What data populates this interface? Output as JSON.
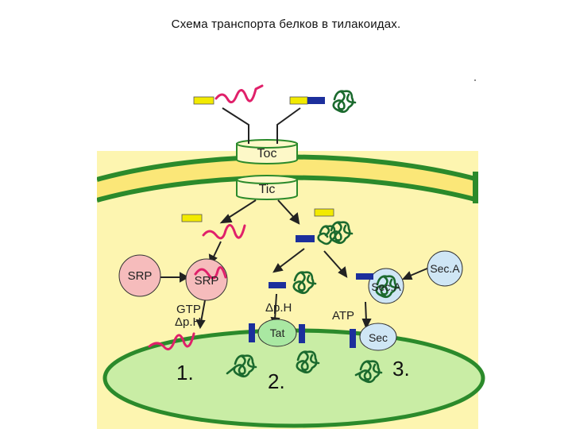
{
  "title": "Схема транспорта белков в тилакоидах.",
  "labels": {
    "toc": "Toc",
    "tic": "Tic",
    "srp_free": "SRP",
    "srp_bound": "SRP",
    "seca_free": "Sec.A",
    "seca_bound": "Sec.A",
    "gtp": "GTP",
    "dph_left": "Δp.H",
    "dph_mid": "Δp.H",
    "atp": "ATP",
    "tat": "Tat",
    "sec": "Sec",
    "pathway_1": "1.",
    "pathway_2": "2.",
    "pathway_3": "3."
  },
  "colors": {
    "stroma": "#fdf5b0",
    "envelope_band": "#fbe778",
    "envelope_line": "#2b8a2b",
    "thylakoid_fill": "#c9eda5",
    "thylakoid_edge": "#2b8a2b",
    "pore_fill": "#fdf8c8",
    "srp_fill": "#f6bcbc",
    "sec_fill": "#cfe6f5",
    "tat_fill": "#a9e8a2",
    "signal_yellow": "#f2ea00",
    "signal_blue": "#1c2f9c",
    "unfolded_chain": "#e0206a",
    "folded_chain": "#1b6a2e"
  }
}
